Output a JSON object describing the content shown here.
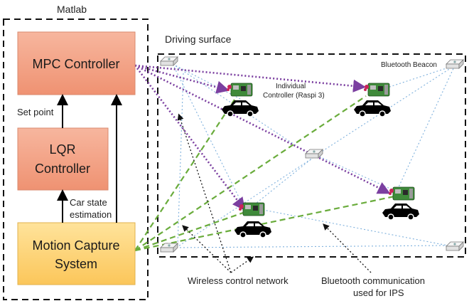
{
  "matlab_label": "Matlab",
  "driving_surface_label": "Driving surface",
  "mpc_controller": "MPC Controller",
  "lqr_controller": {
    "line1": "LQR",
    "line2": "Controller"
  },
  "motion_capture": {
    "line1": "Motion Capture",
    "line2": "System"
  },
  "set_point_label": "Set point",
  "car_state_label": {
    "line1": "Car state",
    "line2": "estimation"
  },
  "individual_controller_label": {
    "line1": "Individual",
    "line2": "Controller (Raspi 3)"
  },
  "bluetooth_beacon_label": "Bluetooth Beacon",
  "wireless_network_label": "Wireless control network",
  "bluetooth_comm_label": {
    "line1": "Bluetooth communication",
    "line2": "used for IPS"
  },
  "colors": {
    "mpc_fill": "#f4a58a",
    "lqr_fill": "#f4a58a",
    "mocap_fill": "#fdd27a",
    "control_link": "#7b3fa0",
    "mocap_link": "#6aac3c",
    "bluetooth_link": "#7fb1dd"
  }
}
